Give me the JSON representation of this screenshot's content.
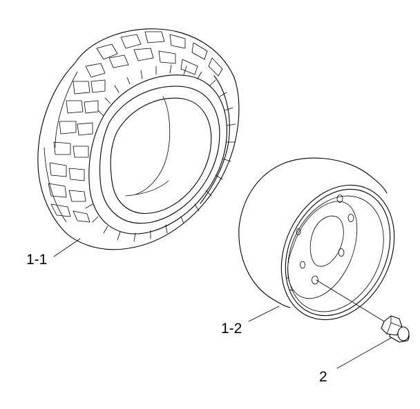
{
  "callouts": {
    "tire": "1-1",
    "rim": "1-2",
    "nut": "2"
  }
}
